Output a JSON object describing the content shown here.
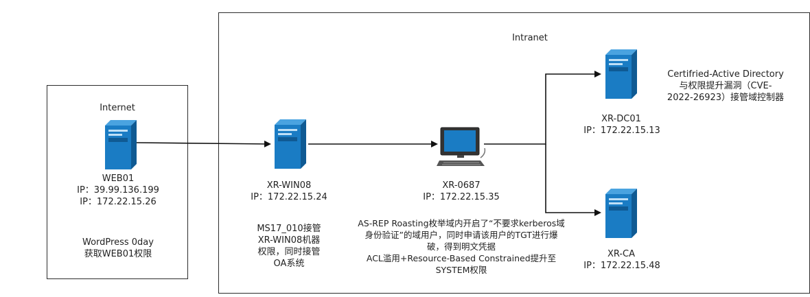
{
  "zones": {
    "internet": "Internet",
    "intranet": "Intranet"
  },
  "nodes": {
    "web01": {
      "name": "WEB01",
      "ip1": "IP：39.99.136.199",
      "ip2": "IP：172.22.15.26",
      "icon": "server-icon"
    },
    "win08": {
      "name": "XR-WIN08",
      "ip": "IP：172.22.15.24",
      "icon": "server-icon"
    },
    "x0687": {
      "name": "XR-0687",
      "ip": "IP：172.22.15.35",
      "icon": "workstation-icon"
    },
    "dc01": {
      "name": "XR-DC01",
      "ip": "IP：172.22.15.13",
      "icon": "server-icon"
    },
    "ca": {
      "name": "XR-CA",
      "ip": "IP：172.22.15.48",
      "icon": "server-icon"
    }
  },
  "notes": {
    "web01": [
      "WordPress 0day",
      "获取WEB01权限"
    ],
    "win08": [
      "MS17_010接管",
      "XR-WIN08机器",
      "权限，同时接管",
      "OA系统"
    ],
    "x0687": [
      "AS-REP Roasting枚举域内开启了“不要求kerberos域",
      "身份验证”的域用户，同时申请该用户的TGT进行爆",
      "破，得到明文凭据",
      "ACL滥用+Resource-Based Constrained提升至",
      "SYSTEM权限"
    ],
    "dc01": [
      "Certifried-Active Directory",
      "与权限提升漏洞（CVE-",
      "2022-26923）接管域控制器"
    ]
  },
  "colors": {
    "server_front": "#1a7cc4",
    "server_side": "#0f5a93",
    "server_top": "#4aa3e0",
    "line": "#111111",
    "border": "#2b2b2b"
  }
}
